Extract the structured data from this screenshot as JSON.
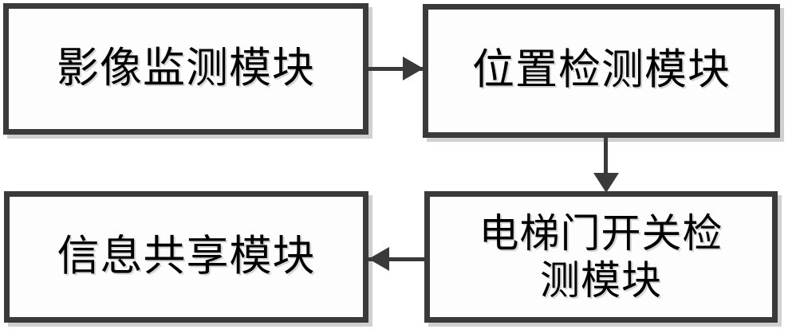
{
  "diagram": {
    "title": "Elevator monitoring system module block diagram",
    "background_color": "#ffffff",
    "border_color": "#3a3a3a",
    "node_fill_color": "#fdfdfd",
    "text_color": "#000000",
    "nodes": [
      {
        "id": "image-monitor",
        "label": "影像监测模块",
        "label_en": "Image Monitoring Module",
        "position": "top-left"
      },
      {
        "id": "position-detect",
        "label": "位置检测模块",
        "label_en": "Position Detection Module",
        "position": "top-right"
      },
      {
        "id": "door-detect",
        "label": "电梯门开关检\n测模块",
        "label_en": "Elevator Door Switch Detection Module",
        "position": "bottom-right"
      },
      {
        "id": "info-share",
        "label": "信息共享模块",
        "label_en": "Information Sharing Module",
        "position": "bottom-left"
      }
    ],
    "connectors": [
      {
        "id": "monitor-to-position",
        "from": "image-monitor",
        "to": "position-detect",
        "direction": "right",
        "arrowhead": "arrow-right-icon"
      },
      {
        "id": "position-to-door",
        "from": "position-detect",
        "to": "door-detect",
        "direction": "down",
        "arrowhead": "arrow-down-icon"
      },
      {
        "id": "door-to-info",
        "from": "door-detect",
        "to": "info-share",
        "direction": "left",
        "arrowhead": "arrow-left-icon"
      }
    ]
  }
}
